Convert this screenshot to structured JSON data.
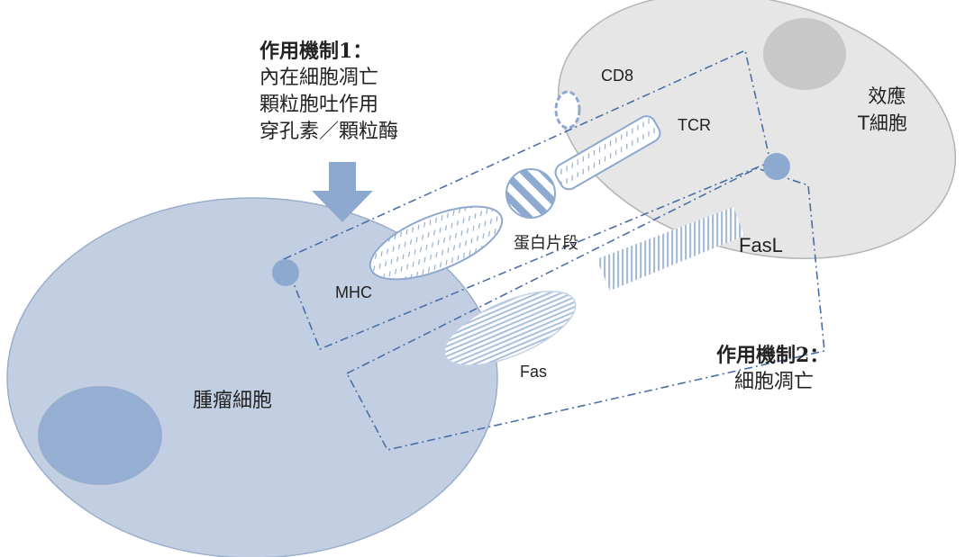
{
  "mechanism1": {
    "title": "作用機制1：",
    "lines": [
      "內在細胞凋亡",
      "顆粒胞吐作用",
      "穿孔素／顆粒酶"
    ]
  },
  "mechanism2": {
    "title": "作用機制2：",
    "lines": [
      "細胞凋亡"
    ]
  },
  "cells": {
    "tcell": [
      "效應",
      "T細胞"
    ],
    "tumor": "腫瘤細胞"
  },
  "molecules": {
    "cd8": "CD8",
    "tcr": "TCR",
    "peptide": "蛋白片段",
    "fasl": "FasL",
    "mhc": "MHC",
    "fas": "Fas"
  },
  "colors": {
    "tumor_cell": "#c2cee1",
    "tumor_nucleus": "#95aed2",
    "tcell": "#e6e6e6",
    "tcell_nucleus": "#c8c8c8",
    "accent": "#8ea9d0",
    "dashed_box": "#4a6fa5"
  }
}
